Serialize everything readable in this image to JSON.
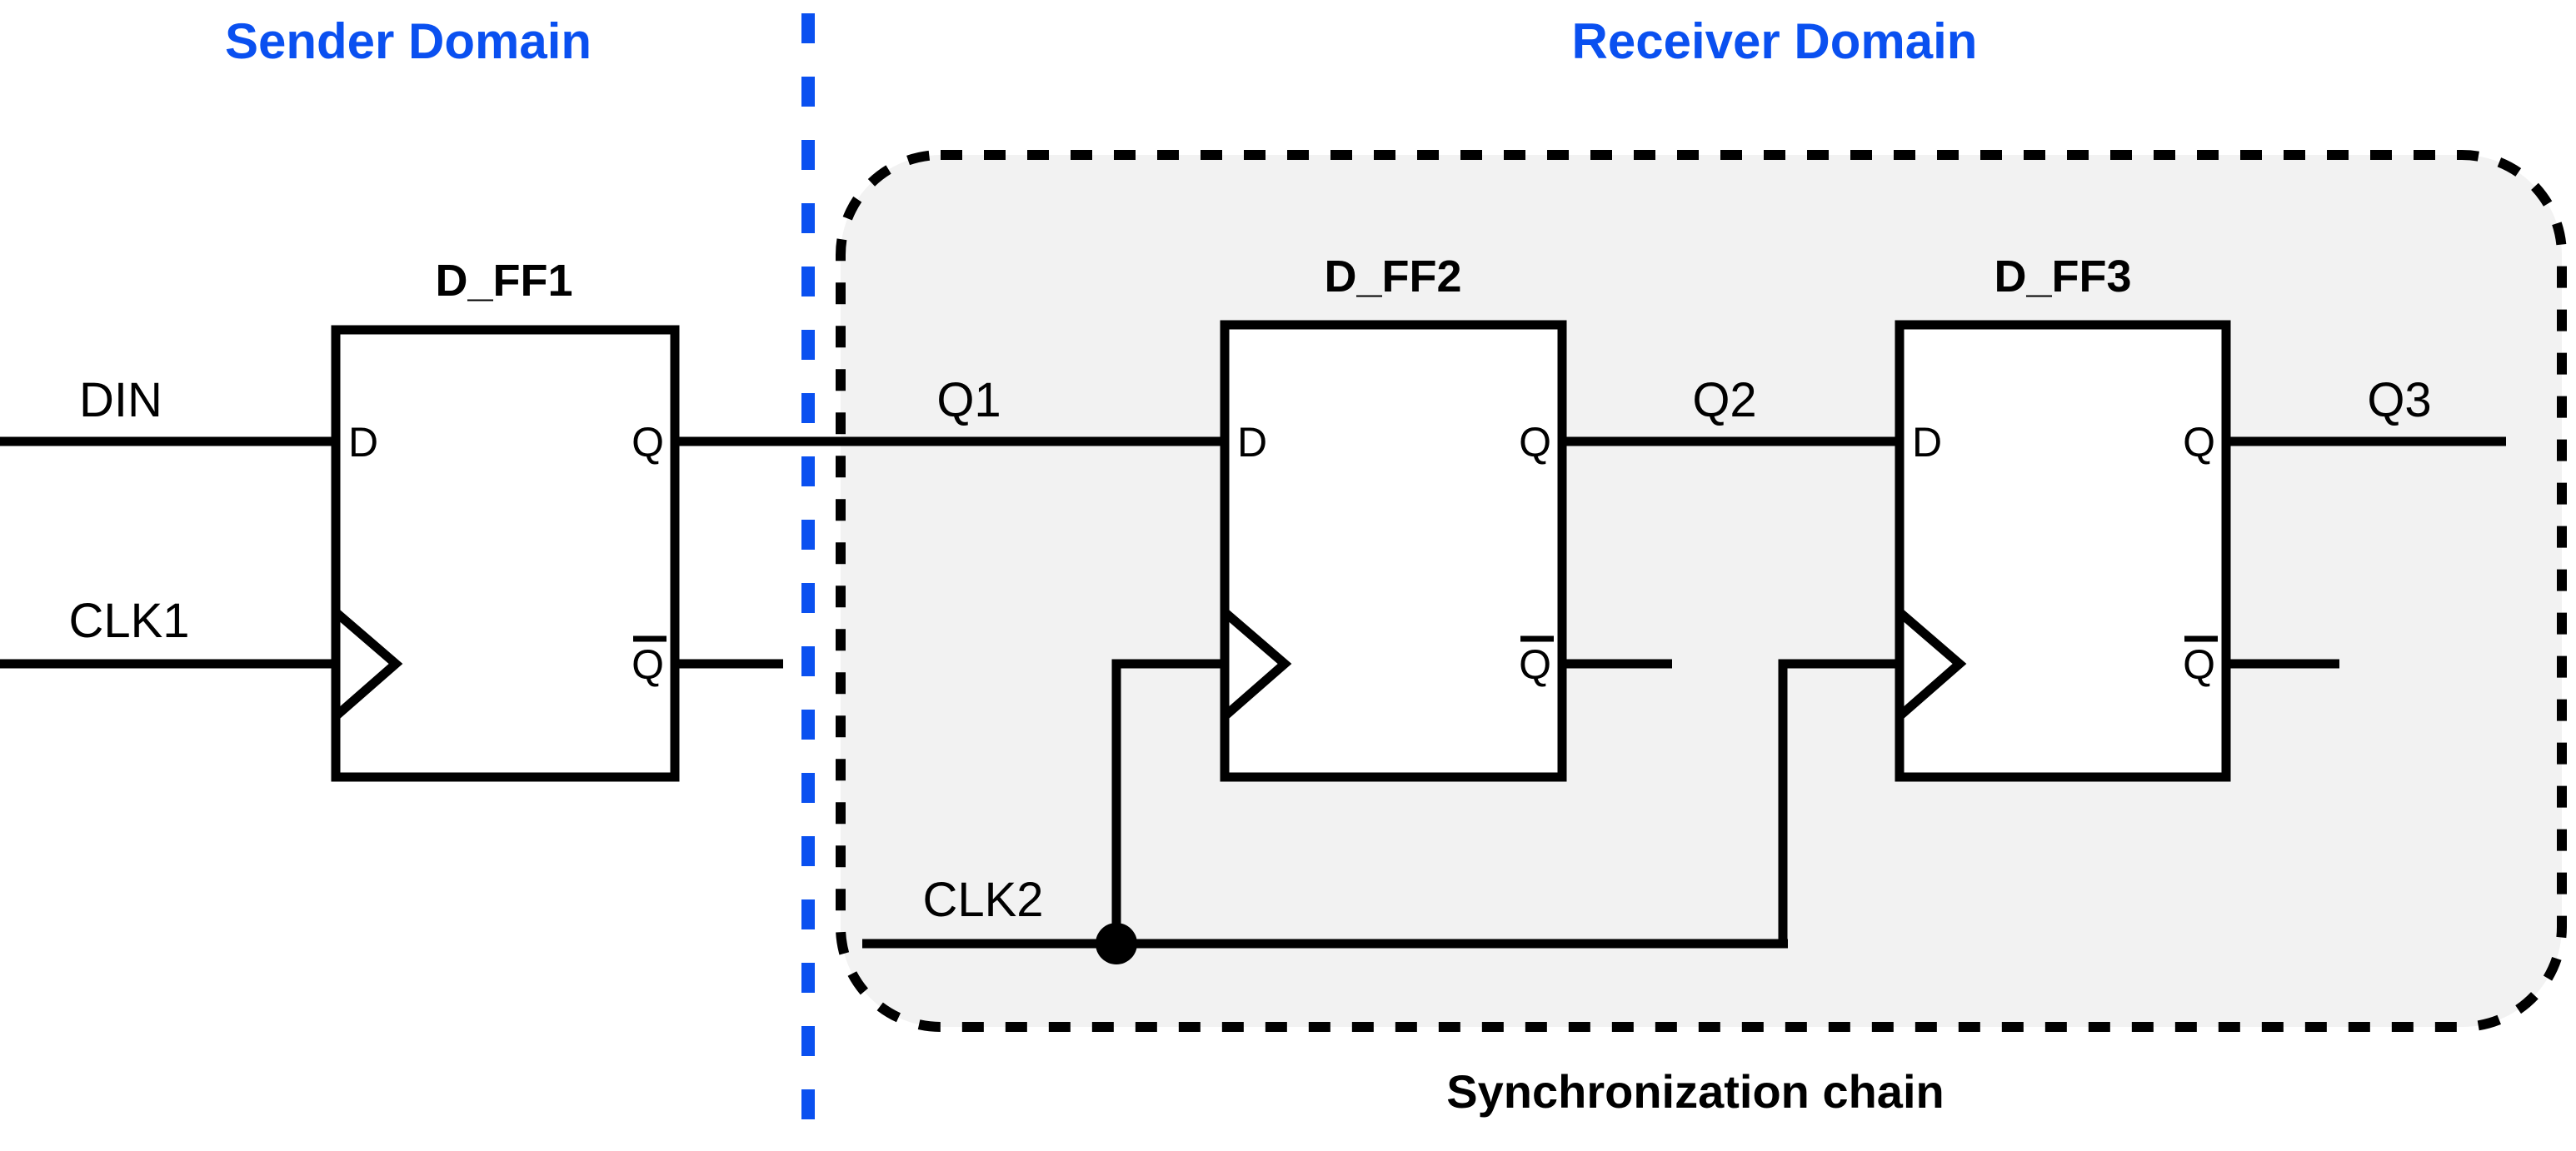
{
  "diagram": {
    "title_sender": "Sender Domain",
    "title_receiver": "Receiver Domain",
    "caption": "Synchronization chain",
    "colors": {
      "domain_label": "#0a50f0",
      "divider": "#0a50f0",
      "wire": "#000000",
      "receiver_fill": "#f2f2f2",
      "background": "#ffffff"
    }
  },
  "signals": {
    "din": "DIN",
    "clk1": "CLK1",
    "clk2": "CLK2",
    "q1": "Q1",
    "q2": "Q2",
    "q3": "Q3"
  },
  "flipflops": [
    {
      "name": "D_FF1",
      "ports": {
        "d": "D",
        "q": "Q",
        "qbar": "Q",
        "clk": "clock-triangle"
      }
    },
    {
      "name": "D_FF2",
      "ports": {
        "d": "D",
        "q": "Q",
        "qbar": "Q",
        "clk": "clock-triangle"
      }
    },
    {
      "name": "D_FF3",
      "ports": {
        "d": "D",
        "q": "Q",
        "qbar": "Q",
        "clk": "clock-triangle"
      }
    }
  ]
}
